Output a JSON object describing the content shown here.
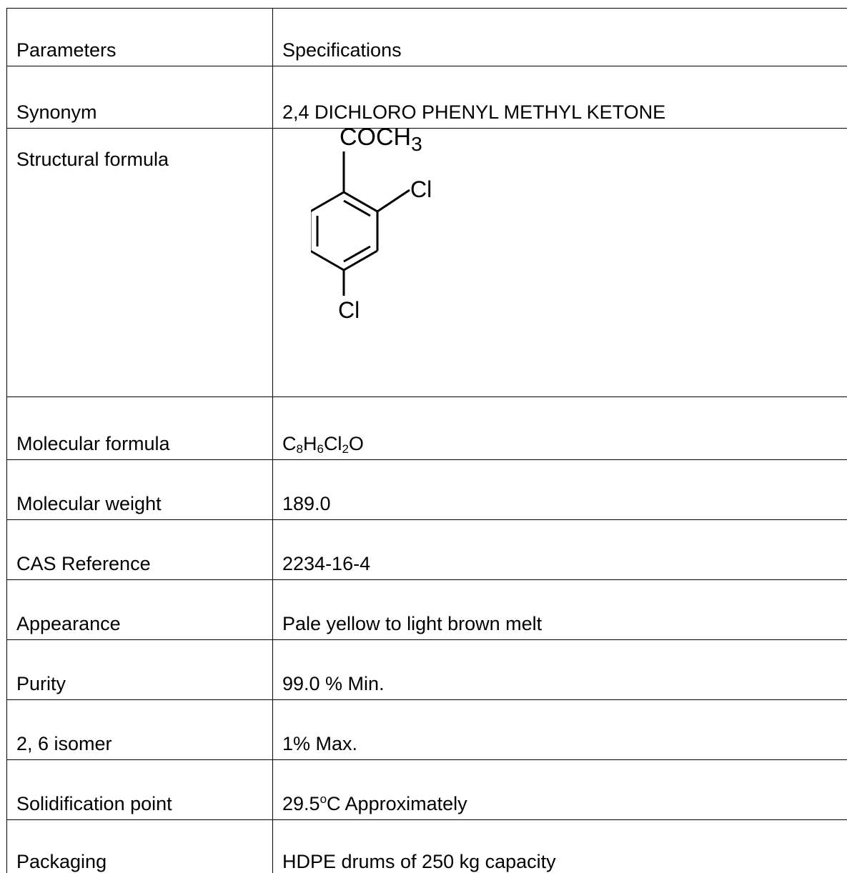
{
  "table": {
    "header": {
      "parameter": "Parameters",
      "specification": "Specifications"
    },
    "synonym": {
      "parameter": "Synonym",
      "value": "2,4 DICHLORO PHENYL METHYL KETONE"
    },
    "structure": {
      "parameter": "Structural formula",
      "group_main": "COCH",
      "group_sub": "3",
      "chloro_top": "Cl",
      "chloro_bottom": "Cl"
    },
    "molecular_formula": {
      "parameter": "Molecular formula",
      "parts": [
        "C",
        "8",
        "H",
        "6",
        "Cl",
        "2",
        "O"
      ]
    },
    "molecular_weight": {
      "parameter": "Molecular weight",
      "value": "189.0"
    },
    "cas": {
      "parameter": "CAS Reference",
      "value": "2234-16-4"
    },
    "appearance": {
      "parameter": "Appearance",
      "value": "Pale yellow to light brown melt"
    },
    "purity": {
      "parameter": "Purity",
      "value": "99.0 % Min."
    },
    "isomer": {
      "parameter": "2, 6 isomer",
      "value": "1% Max."
    },
    "solidification": {
      "parameter": "Solidification point",
      "value_number": "29.5",
      "value_degree": "o",
      "value_unit": "C Approximately"
    },
    "packaging": {
      "parameter": "Packaging",
      "value": "HDPE drums of 250 kg capacity"
    }
  }
}
